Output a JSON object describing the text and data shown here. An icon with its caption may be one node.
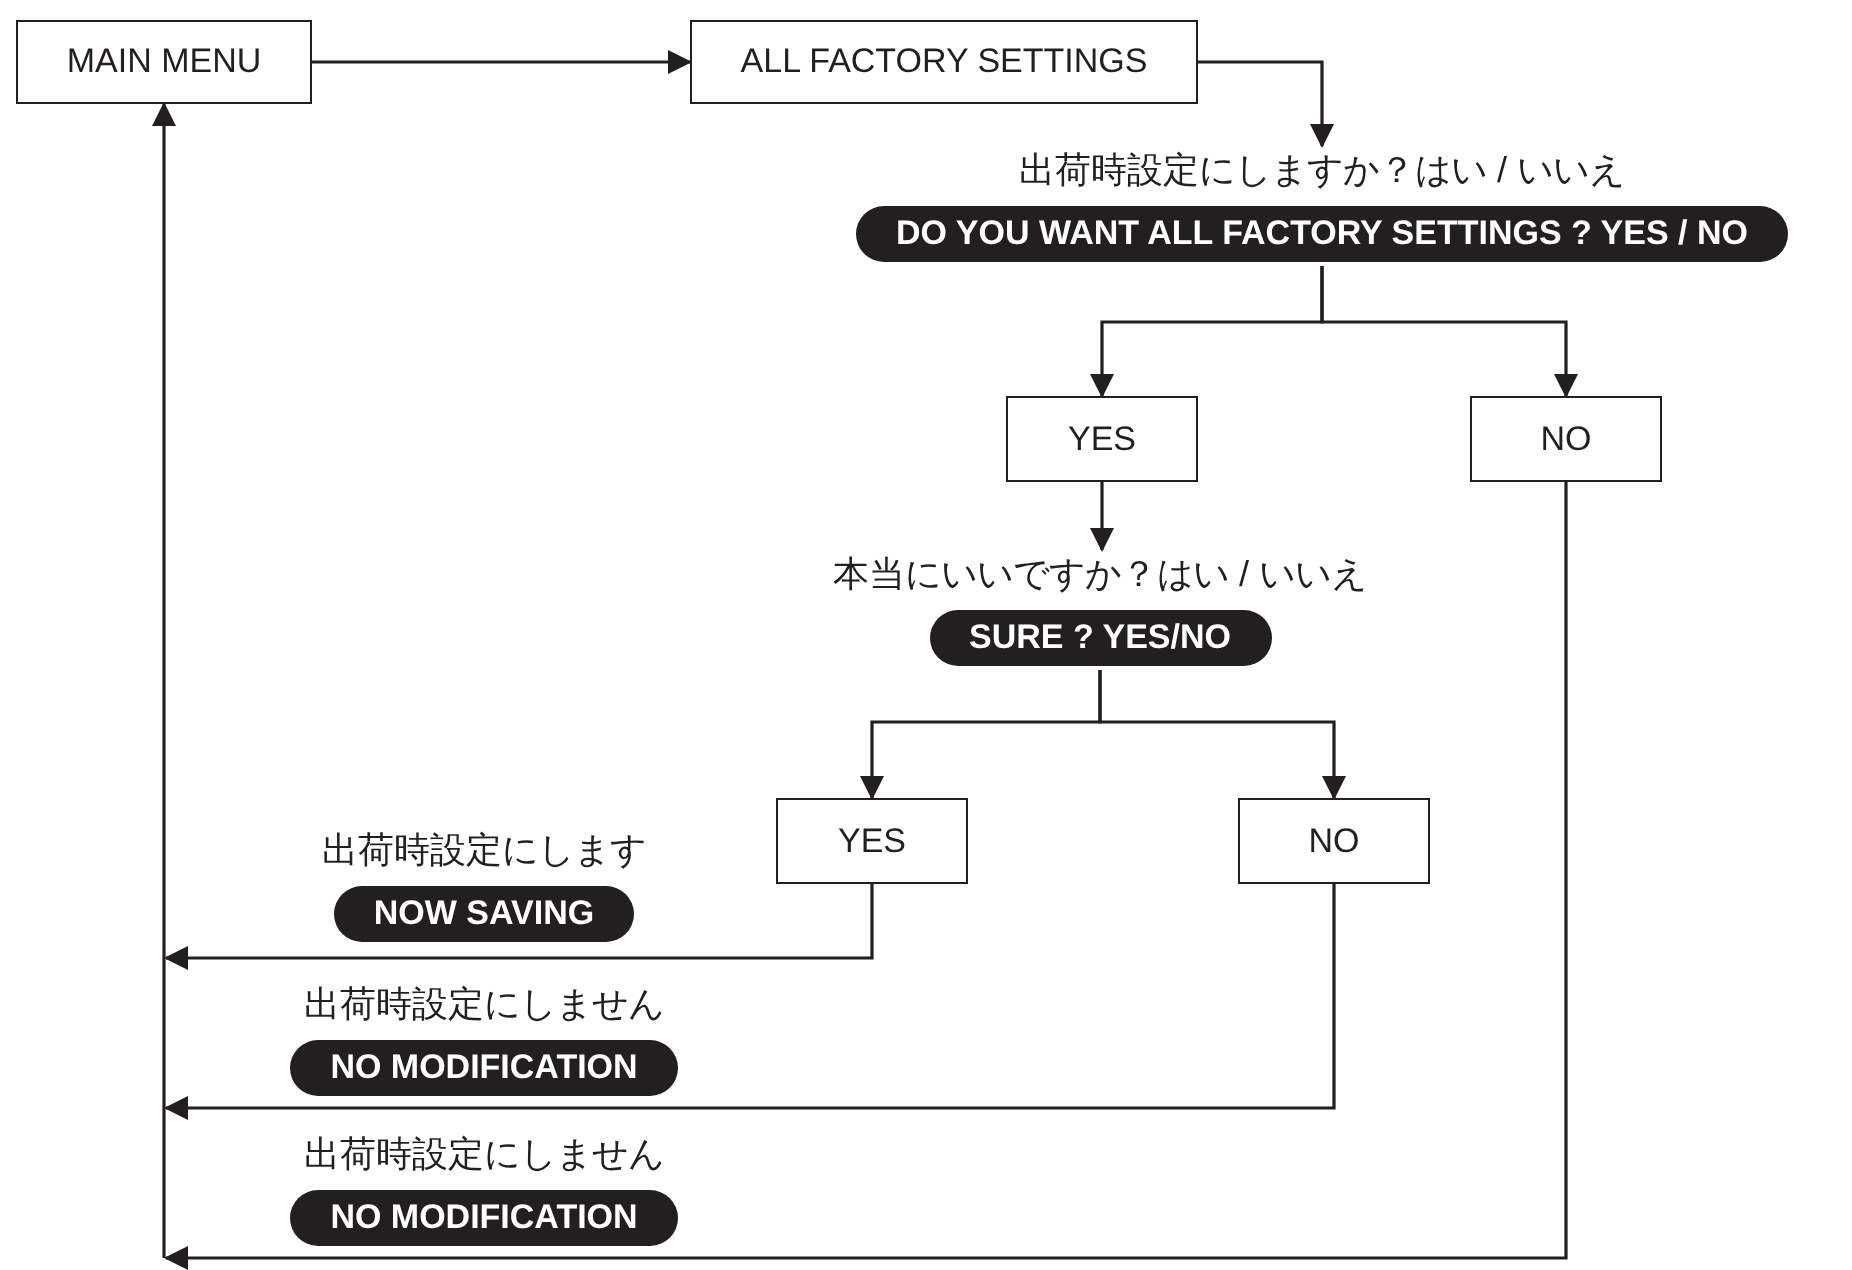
{
  "diagram": {
    "nodes": [
      {
        "text": [
          "MAIN MENU"
        ]
      },
      {
        "text": [
          "ALL FACTORY SETTINGS"
        ]
      },
      {
        "text": [
          "出荷時設定にしますか？はい / いいえ",
          "DO YOU WANT ALL FACTORY SETTINGS ? YES / NO"
        ]
      },
      {
        "text": [
          "YES"
        ]
      },
      {
        "text": [
          "NO"
        ]
      },
      {
        "text": [
          "本当にいいですか？はい / いいえ",
          "SURE ? YES/NO"
        ]
      },
      {
        "text": [
          "YES"
        ]
      },
      {
        "text": [
          "NO"
        ]
      },
      {
        "text": [
          "出荷時設定にします",
          "NOW SAVING"
        ]
      },
      {
        "text": [
          "出荷時設定にしません",
          "NO MODIFICATION"
        ]
      },
      {
        "text": [
          "出荷時設定にしません",
          "NO MODIFICATION"
        ]
      }
    ],
    "edges": [
      {
        "from": 0,
        "to": 1,
        "arrow": "to"
      },
      {
        "from": 1,
        "to": 2,
        "arrow": "to"
      },
      {
        "from": 2,
        "to": 3,
        "arrow": "to"
      },
      {
        "from": 2,
        "to": 4,
        "arrow": "to"
      },
      {
        "from": 3,
        "to": 5,
        "arrow": "to"
      },
      {
        "from": 5,
        "to": 6,
        "arrow": "to"
      },
      {
        "from": 5,
        "to": 7,
        "arrow": "to"
      },
      {
        "from": 6,
        "to": 0,
        "arrow": "to"
      },
      {
        "from": 7,
        "to": 0,
        "arrow": "to"
      },
      {
        "from": 4,
        "to": 0,
        "arrow": "to"
      }
    ]
  }
}
